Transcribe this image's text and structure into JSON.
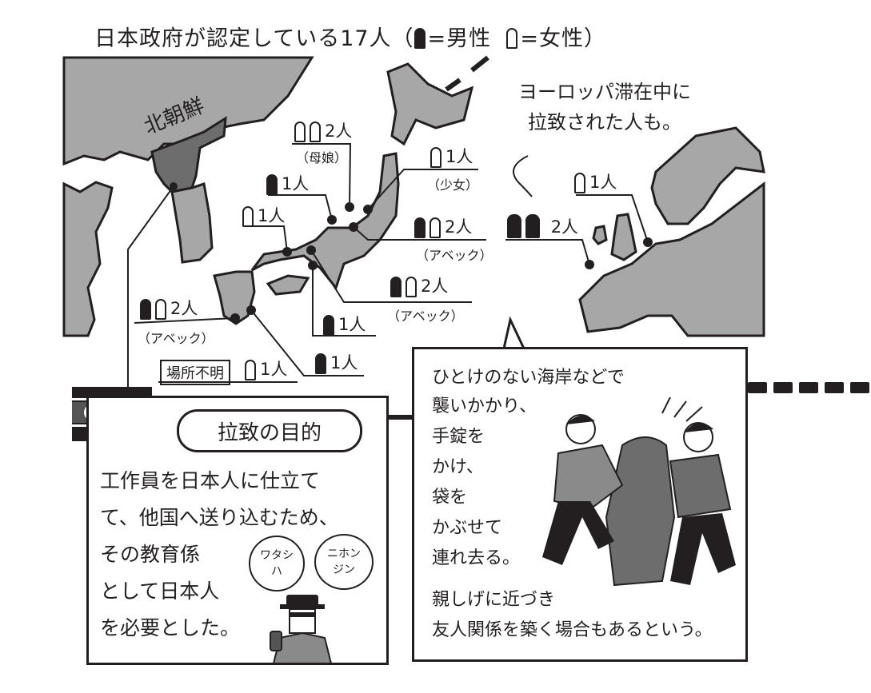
{
  "title": "日本政府が認定している17人（",
  "legend": {
    "male_label": "=男性",
    "female_label": "=女性",
    "close": "）"
  },
  "map": {
    "north_korea_label": "北朝鮮",
    "europe_note_line1": "ヨーロッパ滞在中に",
    "europe_note_line2": "拉致された人も。",
    "markers": [
      {
        "figures": [
          "female",
          "female"
        ],
        "count": "2人",
        "note": "（母娘）"
      },
      {
        "figures": [
          "female"
        ],
        "count": "1人",
        "note": "（少女）"
      },
      {
        "figures": [
          "male"
        ],
        "count": "1人",
        "note": ""
      },
      {
        "figures": [
          "female"
        ],
        "count": "1人",
        "note": ""
      },
      {
        "figures": [
          "male",
          "female"
        ],
        "count": "2人",
        "note": "（アベック）"
      },
      {
        "figures": [
          "male",
          "female"
        ],
        "count": "2人",
        "note": "（アベック）"
      },
      {
        "figures": [
          "male",
          "female"
        ],
        "count": "2人",
        "note": "（アベック）"
      },
      {
        "figures": [
          "male"
        ],
        "count": "1人",
        "note": ""
      },
      {
        "figures": [
          "male"
        ],
        "count": "1人",
        "note": ""
      },
      {
        "figures": [
          "female"
        ],
        "count": "1人",
        "note": "",
        "tag": "場所不明"
      },
      {
        "figures": [
          "female"
        ],
        "count": "1人",
        "note": "",
        "region": "Europe"
      },
      {
        "figures": [
          "male",
          "male"
        ],
        "count": "2人",
        "note": "",
        "region": "Europe"
      }
    ]
  },
  "purpose_panel": {
    "heading": "拉致の目的",
    "lines": [
      "工作員を日本人に仕立て",
      "て、他国へ送り込むため、",
      "その教育係",
      "として日本人",
      "を必要とした。"
    ],
    "bubble1": "ワタシ\nハ",
    "bubble2": "ニホン\nジン"
  },
  "method_panel": {
    "lines": [
      "ひとけのない海岸などで",
      "襲いかかり、",
      "手錠を",
      "かけ、",
      "袋を",
      "かぶせて",
      "連れ去る。",
      "親しげに近づき",
      "友人関係を築く場合もあるという。"
    ]
  },
  "colors": {
    "ink": "#231f20",
    "land": "#a7a7a7",
    "north_korea": "#6d6d6d",
    "paper": "#ffffff"
  }
}
